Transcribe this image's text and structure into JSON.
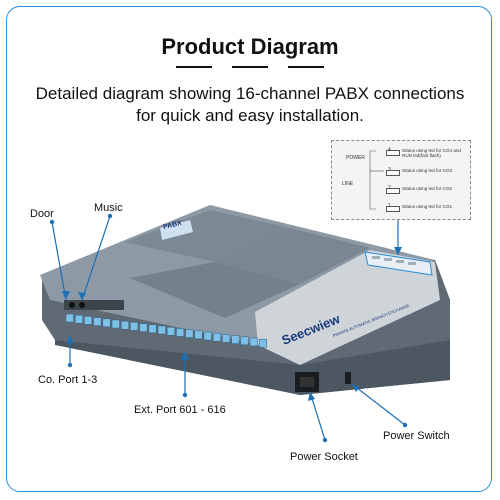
{
  "header": {
    "title": "Product Diagram",
    "subtitle_line1": "Detailed diagram showing 16-channel PABX connections",
    "subtitle_line2": "for quick and easy installation."
  },
  "callouts": {
    "door": "Door",
    "music": "Music",
    "co_port": "Co. Port 1-3",
    "ext_port": "Ext. Port 601 - 616",
    "power_socket": "Power Socket",
    "power_switch": "Power Switch"
  },
  "inset": {
    "power_label": "POWER",
    "line_label": "LINE",
    "rows": [
      {
        "num": "4",
        "text": "Status using led for CO4 and RUN led(fast flash)"
      },
      {
        "num": "3",
        "text": "Status using led for CO3"
      },
      {
        "num": "2",
        "text": "Status using led for CO2"
      },
      {
        "num": "1",
        "text": "Status using led for CO1"
      }
    ]
  },
  "device": {
    "brand": "Seecwiew",
    "model_tag": "PABX",
    "subtext": "PRIVATE AUTOMATIC BRANCH EXCHANGE"
  },
  "colors": {
    "accent": "#2a8ed8",
    "port_blue": "#7ec0e6",
    "body_dark": "#6c7884",
    "body_mid": "#8d99a5",
    "panel_light": "#cfd4d9",
    "callout_line": "#1f6fb2"
  }
}
